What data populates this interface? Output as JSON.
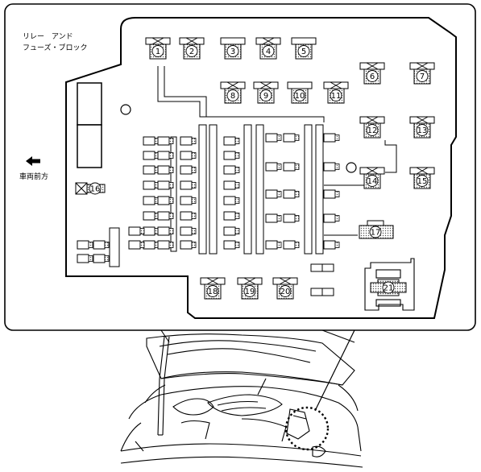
{
  "title_lines": [
    "リレー　アンド",
    "フューズ・ブロック"
  ],
  "front_label": "車両前方",
  "relays": [
    "1",
    "2",
    "3",
    "4",
    "5",
    "6",
    "7",
    "8",
    "9",
    "10",
    "11",
    "12",
    "13",
    "14",
    "15",
    "16",
    "17",
    "18",
    "19",
    "20",
    "21"
  ]
}
